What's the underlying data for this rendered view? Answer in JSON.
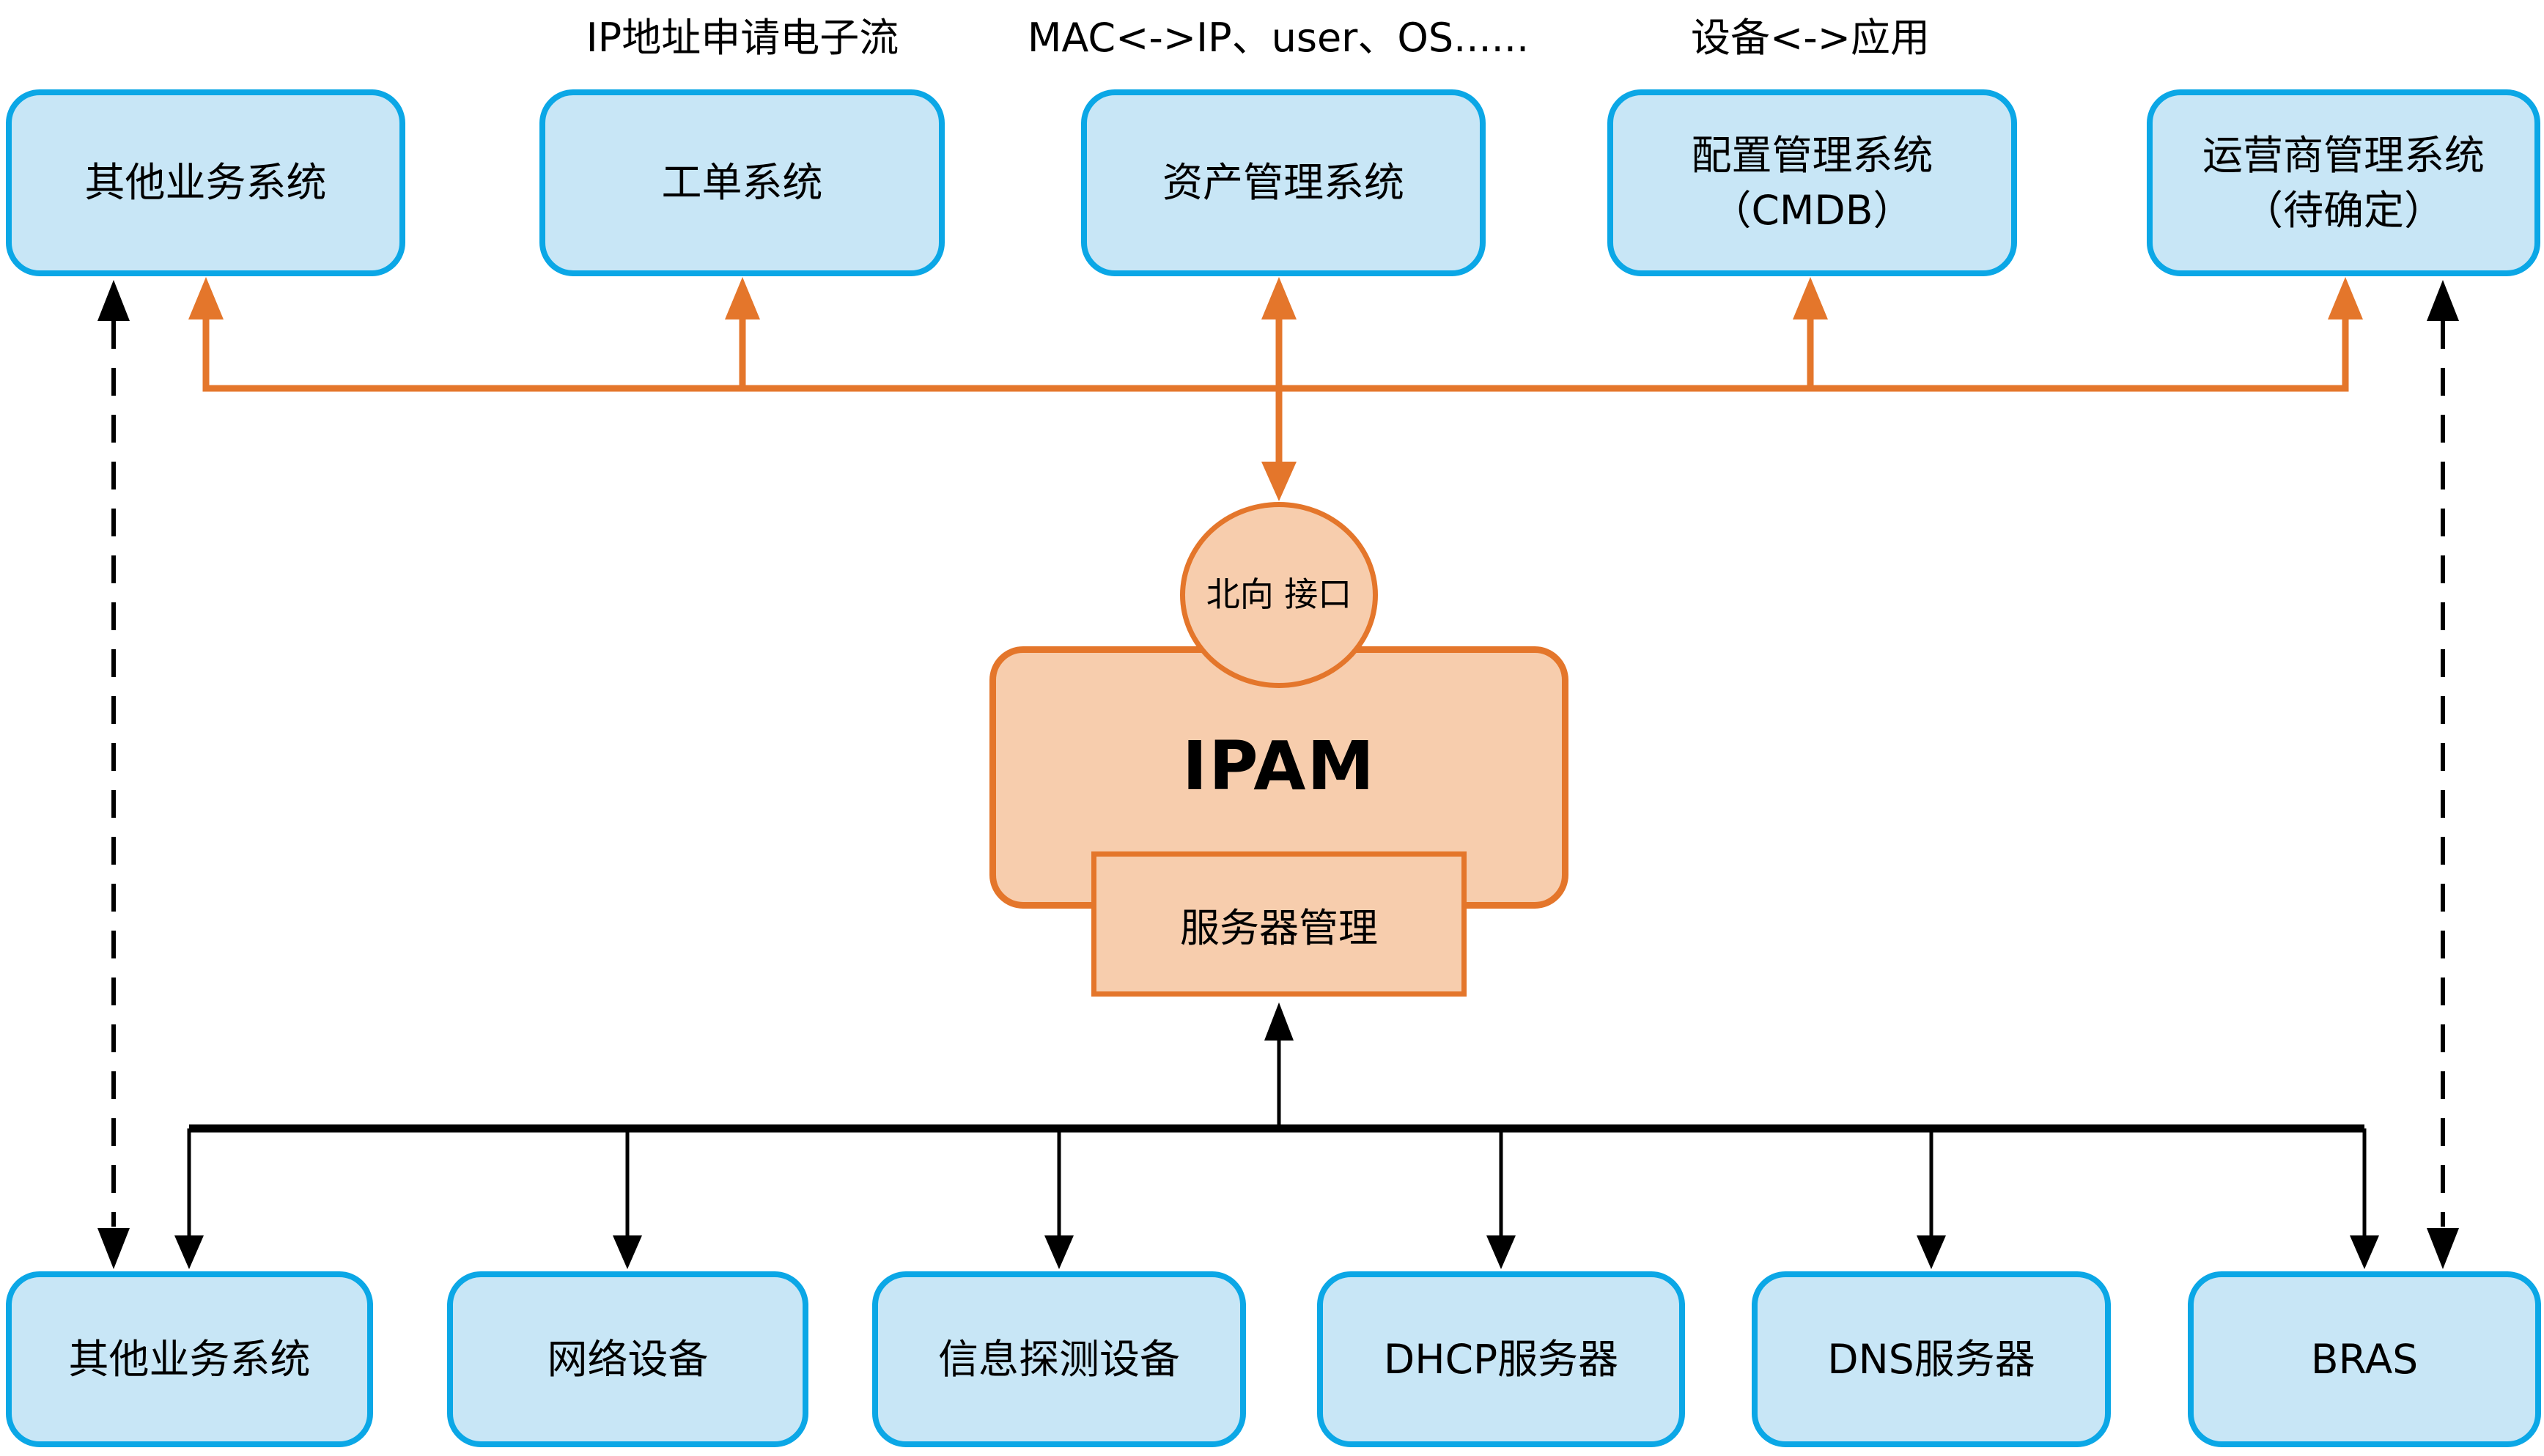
{
  "top_labels": [
    {
      "text": "IP地址申请电子流"
    },
    {
      "text": "MAC<->IP、user、OS......"
    },
    {
      "text": "设备<->应用"
    }
  ],
  "top_row": [
    {
      "label": "其他业务系统"
    },
    {
      "label": "工单系统"
    },
    {
      "label": "资产管理系统"
    },
    {
      "label": "配置管理系统\n（CMDB）"
    },
    {
      "label": "运营商管理系统\n（待确定）"
    }
  ],
  "center": {
    "north_interface": "北向\n接口",
    "ipam_title": "IPAM",
    "server_module": "服务器管理"
  },
  "bottom_row": [
    {
      "label": "其他业务系统"
    },
    {
      "label": "网络设备"
    },
    {
      "label": "信息探测设备"
    },
    {
      "label": "DHCP服务器"
    },
    {
      "label": "DNS服务器"
    },
    {
      "label": "BRAS"
    }
  ],
  "colors": {
    "blue_border": "#0BA7E6",
    "blue_fill": "#C8E6F6",
    "orange": "#E4762B",
    "orange_fill": "#F7CDAD",
    "ink": "#000000"
  }
}
